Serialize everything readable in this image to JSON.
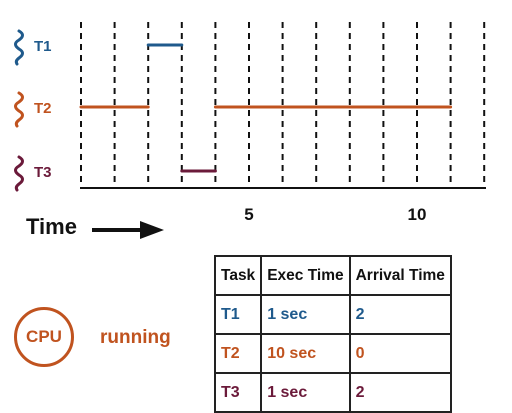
{
  "timeline": {
    "axis_label": "Time",
    "tick_labels": [
      {
        "value": 5,
        "text": "5"
      },
      {
        "value": 10,
        "text": "10"
      }
    ],
    "tasks": [
      {
        "name": "T1",
        "color": "#1f5a8c",
        "segments": [
          {
            "start": 2,
            "end": 3
          }
        ]
      },
      {
        "name": "T2",
        "color": "#c0531f",
        "segments": [
          {
            "start": 0,
            "end": 2
          },
          {
            "start": 4,
            "end": 11
          }
        ]
      },
      {
        "name": "T3",
        "color": "#6b1a3a",
        "segments": [
          {
            "start": 3,
            "end": 4
          }
        ]
      }
    ],
    "range": [
      0,
      12
    ]
  },
  "cpu": {
    "label": "CPU",
    "status": "running"
  },
  "table": {
    "headers": [
      "Task",
      "Exec Time",
      "Arrival Time"
    ],
    "rows": [
      {
        "task": "T1",
        "exec": "1 sec",
        "arrival": "2",
        "color": "#1f5a8c"
      },
      {
        "task": "T2",
        "exec": "10 sec",
        "arrival": "0",
        "color": "#c0531f"
      },
      {
        "task": "T3",
        "exec": "1 sec",
        "arrival": "2",
        "color": "#6b1a3a"
      }
    ]
  }
}
